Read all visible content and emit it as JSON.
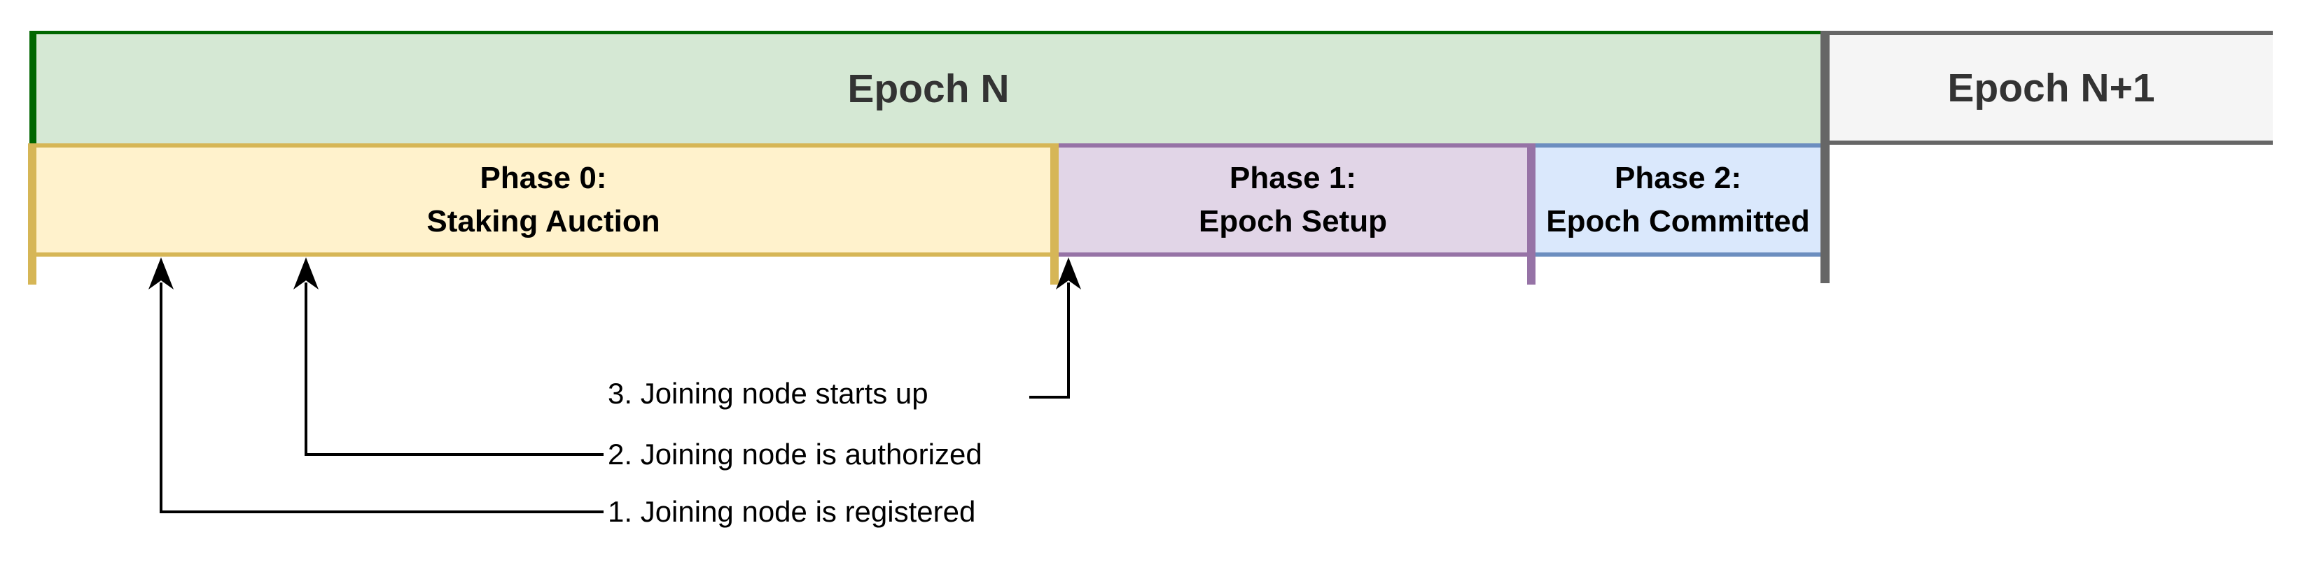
{
  "diagram": {
    "epoch_bars": [
      {
        "label": "Epoch N",
        "fill": "#d5e8d4",
        "border": "#006600",
        "text_color": "#333333"
      },
      {
        "label": "Epoch N+1",
        "fill": "#f5f5f5",
        "border": "#666666",
        "text_color": "#333333"
      }
    ],
    "phases": [
      {
        "title": "Phase 0:",
        "subtitle": "Staking Auction",
        "fill": "#fff2cc",
        "border": "#d6b656"
      },
      {
        "title": "Phase 1:",
        "subtitle": "Epoch Setup",
        "fill": "#e1d5e7",
        "border": "#9673a6"
      },
      {
        "title": "Phase 2:",
        "subtitle": "Epoch Committed",
        "fill": "#dae8fc",
        "border": "#6c8ebf"
      }
    ],
    "annotations": [
      {
        "label": "1. Joining node is registered"
      },
      {
        "label": "2. Joining node is authorized"
      },
      {
        "label": "3. Joining node starts up"
      }
    ],
    "arrow_color": "#000000"
  }
}
